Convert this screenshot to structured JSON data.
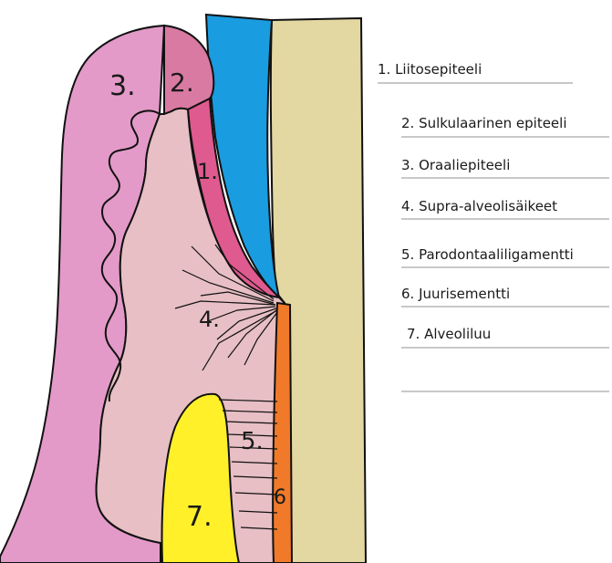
{
  "diagram": {
    "region_labels": [
      "3.",
      "2.",
      "1.",
      "4.",
      "5.",
      "6",
      "7."
    ],
    "legend": [
      {
        "text": "1. Liitosepiteeli"
      },
      {
        "text": "2. Sulkulaarinen epiteeli"
      },
      {
        "text": "3. Oraaliepiteeli"
      },
      {
        "text": "4. Supra-alveolisäikeet"
      },
      {
        "text": "5. Parodontaaliligamentti"
      },
      {
        "text": "6. Juurisementti"
      },
      {
        "text": "7. Alveoliluu"
      }
    ],
    "colors": {
      "tooth_root": "#e3d7a2",
      "enamel": "#1a9ce0",
      "oral_epithelium": "#e39ac8",
      "sulcular_epithelium": "#d97aa3",
      "junctional_epithelium": "#df5a8e",
      "connective_tissue": "#e7bfc4",
      "cementum": "#f07a2a",
      "alveolar_bone": "#fff02a",
      "outline": "#111111",
      "legend_rule": "#c8c8c8"
    }
  }
}
